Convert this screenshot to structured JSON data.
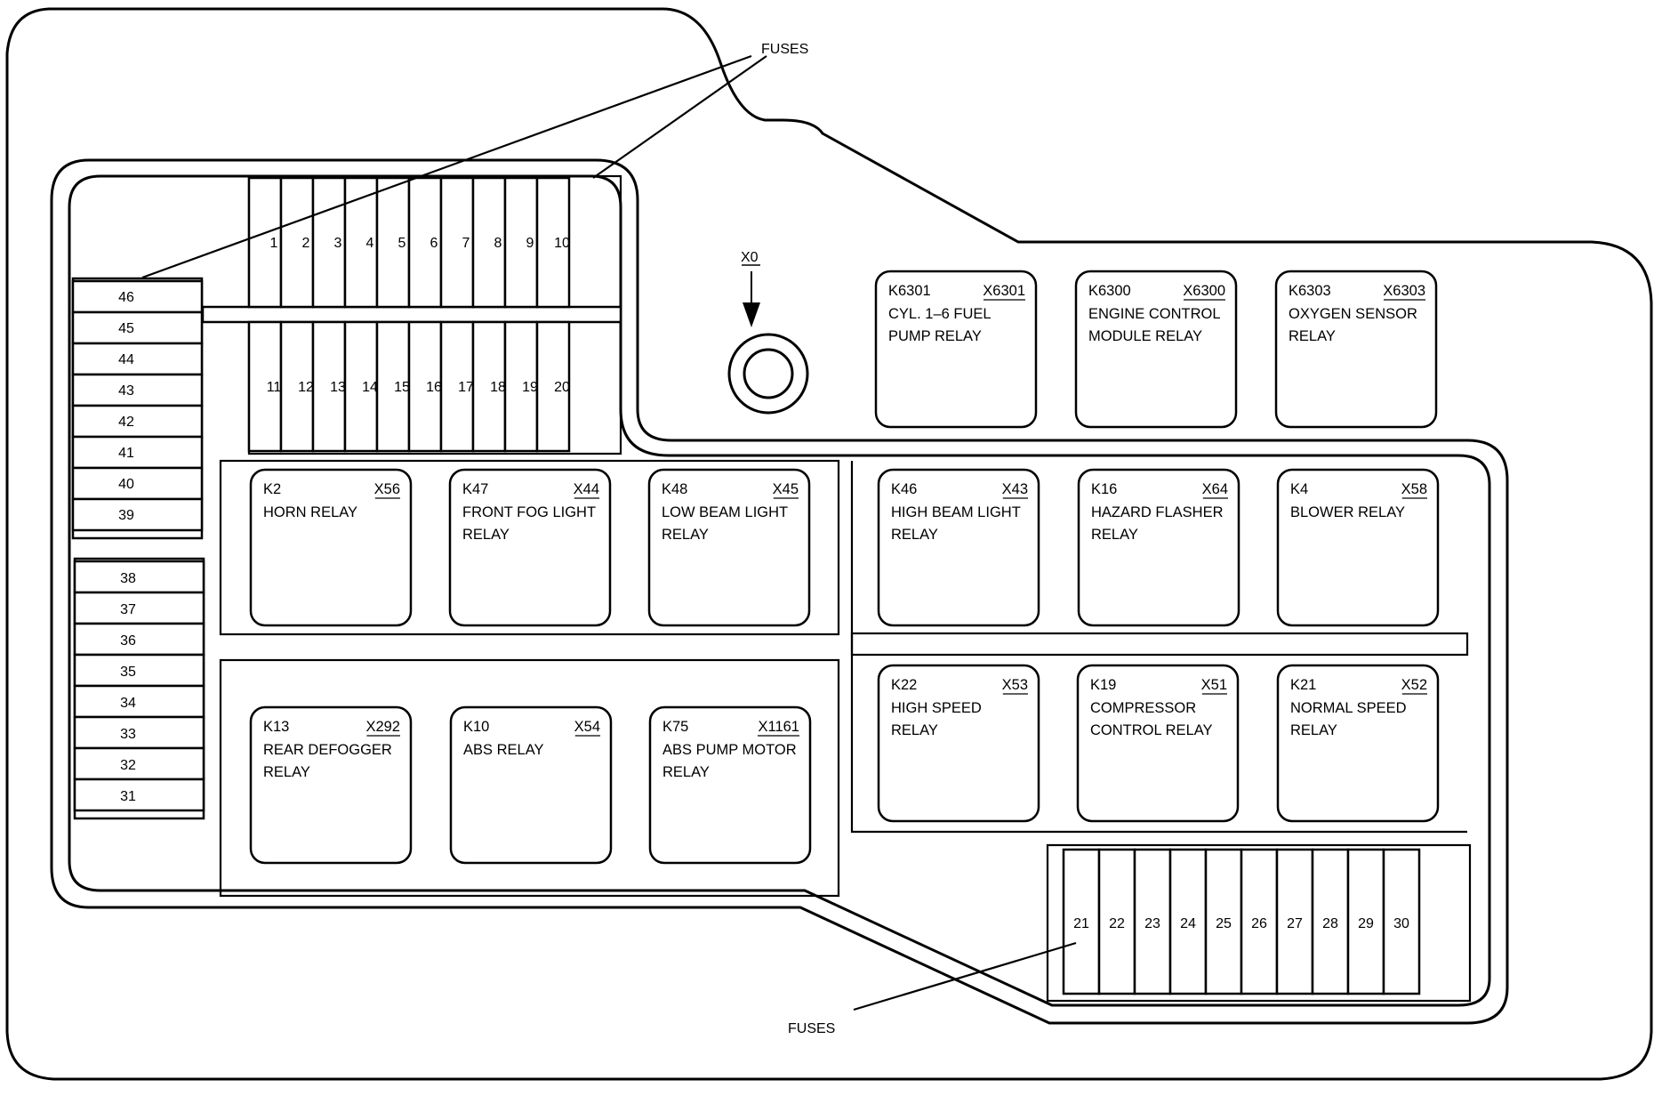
{
  "labels": {
    "fuses_top": "FUSES",
    "fuses_bottom": "FUSES",
    "ground_point": "X0"
  },
  "top_fuses_row1": [
    "1",
    "2",
    "3",
    "4",
    "5",
    "6",
    "7",
    "8",
    "9",
    "10"
  ],
  "top_fuses_row2": [
    "11",
    "12",
    "13",
    "14",
    "15",
    "16",
    "17",
    "18",
    "19",
    "20"
  ],
  "bottom_fuses": [
    "21",
    "22",
    "23",
    "24",
    "25",
    "26",
    "27",
    "28",
    "29",
    "30"
  ],
  "left_fuses_upper": [
    "46",
    "45",
    "44",
    "43",
    "42",
    "41",
    "40",
    "39"
  ],
  "left_fuses_lower": [
    "38",
    "37",
    "36",
    "35",
    "34",
    "33",
    "32",
    "31"
  ],
  "relays": [
    {
      "id": "K6301",
      "connector": "X6301",
      "name": [
        "CYL. 1–6 FUEL",
        "PUMP RELAY"
      ]
    },
    {
      "id": "K6300",
      "connector": "X6300",
      "name": [
        "ENGINE CONTROL",
        "MODULE RELAY"
      ]
    },
    {
      "id": "K6303",
      "connector": "X6303",
      "name": [
        "OXYGEN SENSOR",
        "RELAY"
      ]
    },
    {
      "id": "K2",
      "connector": "X56",
      "name": [
        "HORN RELAY"
      ]
    },
    {
      "id": "K47",
      "connector": "X44",
      "name": [
        "FRONT FOG LIGHT",
        "RELAY"
      ]
    },
    {
      "id": "K48",
      "connector": "X45",
      "name": [
        "LOW BEAM LIGHT",
        "RELAY"
      ]
    },
    {
      "id": "K46",
      "connector": "X43",
      "name": [
        "HIGH BEAM LIGHT",
        "RELAY"
      ]
    },
    {
      "id": "K16",
      "connector": "X64",
      "name": [
        "HAZARD FLASHER",
        "RELAY"
      ]
    },
    {
      "id": "K4",
      "connector": "X58",
      "name": [
        "BLOWER RELAY"
      ]
    },
    {
      "id": "K13",
      "connector": "X292",
      "name": [
        "REAR DEFOGGER",
        "RELAY"
      ]
    },
    {
      "id": "K10",
      "connector": "X54",
      "name": [
        "ABS RELAY"
      ]
    },
    {
      "id": "K75",
      "connector": "X1161",
      "name": [
        "ABS PUMP MOTOR",
        "RELAY"
      ]
    },
    {
      "id": "K22",
      "connector": "X53",
      "name": [
        "HIGH SPEED",
        "RELAY"
      ]
    },
    {
      "id": "K19",
      "connector": "X51",
      "name": [
        "COMPRESSOR",
        "CONTROL RELAY"
      ]
    },
    {
      "id": "K21",
      "connector": "X52",
      "name": [
        "NORMAL SPEED",
        "RELAY"
      ]
    }
  ]
}
